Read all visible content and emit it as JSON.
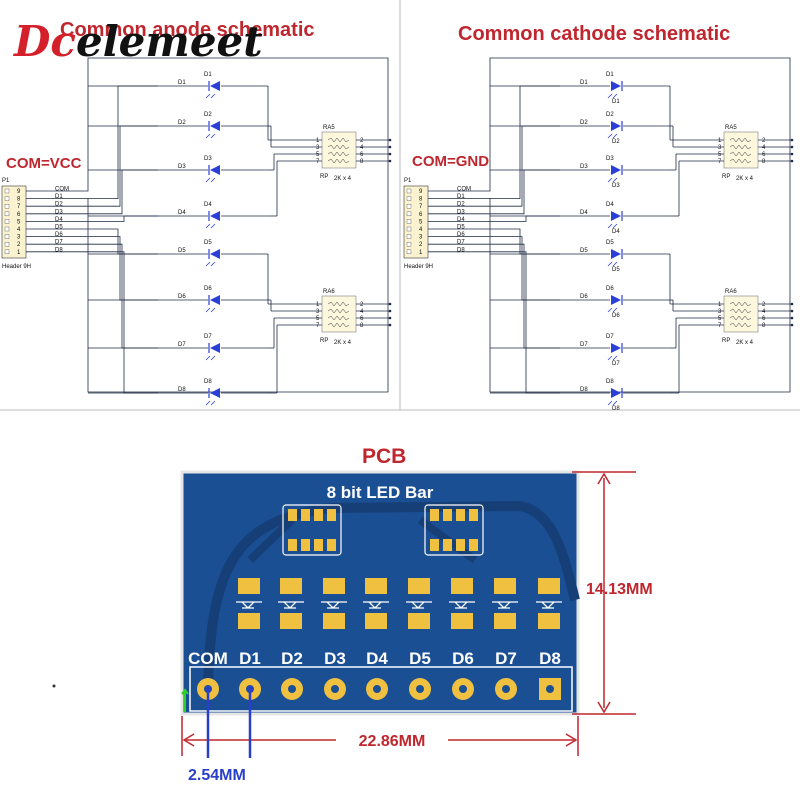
{
  "brand": {
    "prefix": "Dc",
    "rest": "elemeet"
  },
  "anode": {
    "title": "Common anode schematic",
    "com_label": "COM=VCC",
    "header_name": "P1",
    "header_caption": "Header 9H",
    "header_pins": [
      "9",
      "8",
      "7",
      "6",
      "5",
      "4",
      "3",
      "2",
      "1"
    ],
    "nets": [
      "COM",
      "D1",
      "D2",
      "D3",
      "D4",
      "D5",
      "D6",
      "D7",
      "D8"
    ],
    "leds": [
      "D1",
      "D2",
      "D3",
      "D4",
      "D5",
      "D6",
      "D7",
      "D8"
    ],
    "rp1": {
      "name": "RA5",
      "value": "2K x 4",
      "prefix": "RP",
      "left_pins": [
        "1",
        "3",
        "5",
        "7"
      ],
      "right_pins": [
        "2",
        "4",
        "6",
        "8"
      ]
    },
    "rp2": {
      "name": "RA6",
      "value": "2K x 4",
      "prefix": "RP",
      "left_pins": [
        "1",
        "3",
        "5",
        "7"
      ],
      "right_pins": [
        "2",
        "4",
        "6",
        "8"
      ]
    }
  },
  "cathode": {
    "title": "Common cathode schematic",
    "com_label": "COM=GND",
    "header_name": "P1",
    "header_caption": "Header 9H",
    "header_pins": [
      "9",
      "8",
      "7",
      "6",
      "5",
      "4",
      "3",
      "2",
      "1"
    ],
    "nets": [
      "COM",
      "D1",
      "D2",
      "D3",
      "D4",
      "D5",
      "D6",
      "D7",
      "D8"
    ],
    "leds": [
      "D1",
      "D2",
      "D3",
      "D4",
      "D5",
      "D6",
      "D7",
      "D8"
    ],
    "rp1": {
      "name": "RA5",
      "value": "2K x 4",
      "prefix": "RP",
      "left_pins": [
        "1",
        "3",
        "5",
        "7"
      ],
      "right_pins": [
        "2",
        "4",
        "6",
        "8"
      ]
    },
    "rp2": {
      "name": "RA6",
      "value": "2K x 4",
      "prefix": "RP",
      "left_pins": [
        "1",
        "3",
        "5",
        "7"
      ],
      "right_pins": [
        "2",
        "4",
        "6",
        "8"
      ]
    }
  },
  "pcb": {
    "title": "PCB",
    "board_title": "8 bit LED Bar",
    "pin_labels": [
      "COM",
      "D1",
      "D2",
      "D3",
      "D4",
      "D5",
      "D6",
      "D7",
      "D8"
    ],
    "height_dim": "14.13MM",
    "width_dim": "22.86MM",
    "pitch_dim": "2.54MM"
  },
  "colors": {
    "accent_red": "#c0262d",
    "board_blue": "#1b4f94",
    "pad_gold": "#f0c040",
    "dim_blue": "#2a3fc7"
  }
}
